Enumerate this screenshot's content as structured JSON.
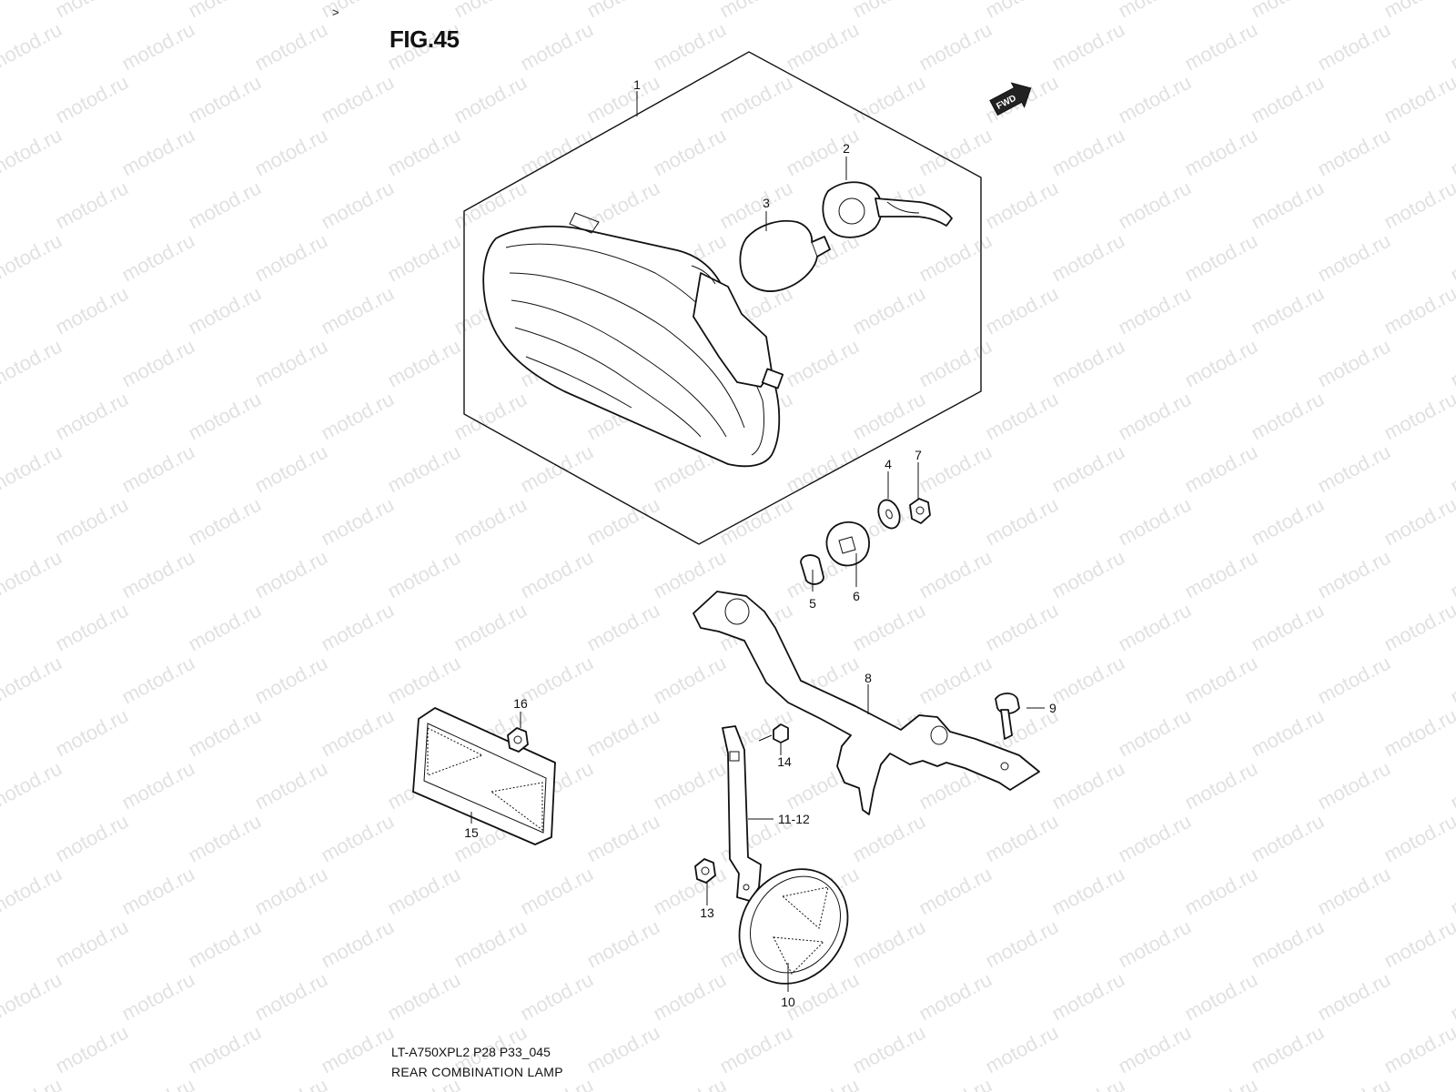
{
  "figure": {
    "title": "FIG.45",
    "marker": ">",
    "drawing_code": "LT-A750XPL2 P28 P33_045",
    "drawing_name": "REAR COMBINATION LAMP",
    "direction_arrow_label": "FWD",
    "watermark_text": "motod.ru"
  },
  "callouts": [
    {
      "id": "1",
      "label": "1"
    },
    {
      "id": "2",
      "label": "2"
    },
    {
      "id": "3",
      "label": "3"
    },
    {
      "id": "4",
      "label": "4"
    },
    {
      "id": "5",
      "label": "5"
    },
    {
      "id": "6",
      "label": "6"
    },
    {
      "id": "7",
      "label": "7"
    },
    {
      "id": "8",
      "label": "8"
    },
    {
      "id": "9",
      "label": "9"
    },
    {
      "id": "10",
      "label": "10"
    },
    {
      "id": "11-12",
      "label": "11-12"
    },
    {
      "id": "13",
      "label": "13"
    },
    {
      "id": "14",
      "label": "14"
    },
    {
      "id": "15",
      "label": "15"
    },
    {
      "id": "16",
      "label": "16"
    }
  ]
}
